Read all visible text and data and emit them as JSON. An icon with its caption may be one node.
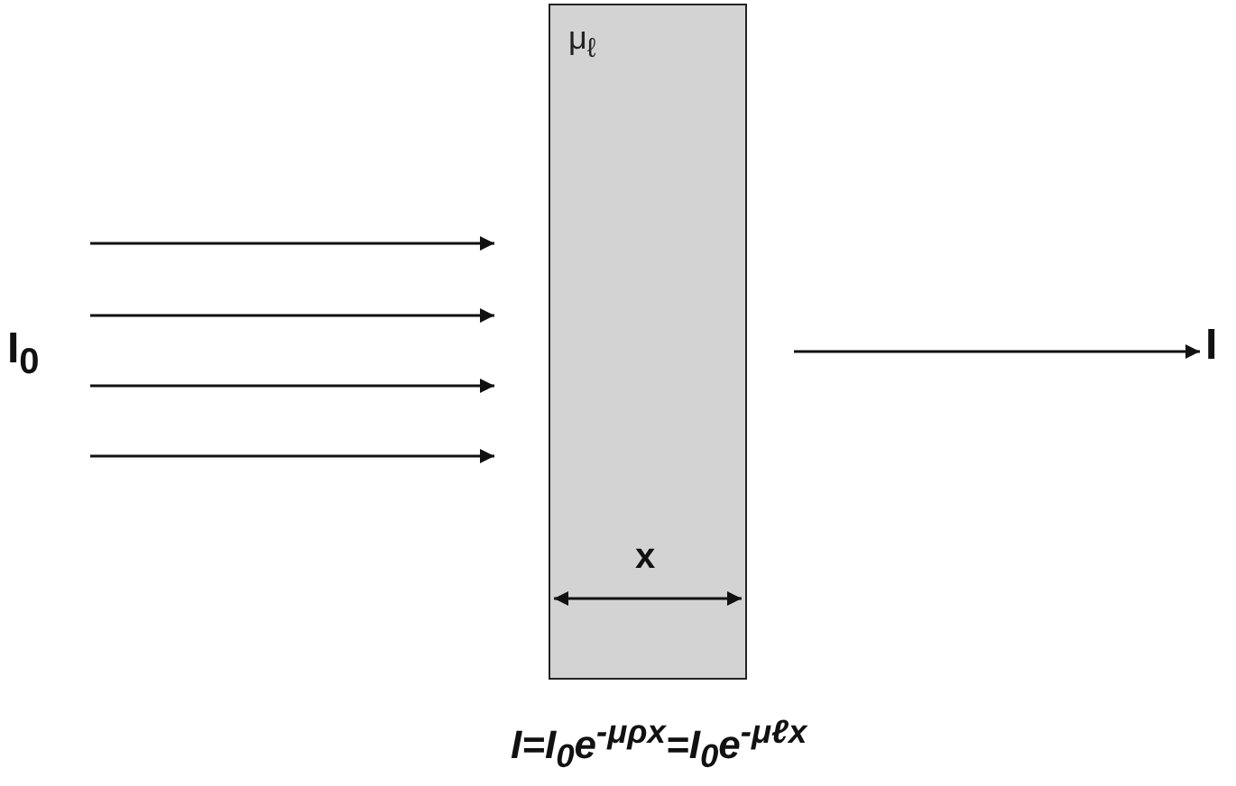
{
  "diagram": {
    "nodes": [
      {
        "text": [
          "μ$_{ℓ}$"
        ]
      },
      {
        "text": [
          "I"
        ]
      }
    ],
    "edges": [
      {
        "from": null,
        "to": 0,
        "arrow": "to"
      },
      {
        "from": null,
        "to": 0,
        "arrow": "to"
      },
      {
        "from": null,
        "to": 0,
        "arrow": "to"
      },
      {
        "from": null,
        "to": 0,
        "arrow": "to"
      },
      {
        "from": null,
        "to": 1,
        "arrow": "to"
      }
    ],
    "labels": [
      "I$_{0}$",
      "x",
      "I=I$_{0}$e$^{-μρx}$=I$_{0}$e$^{-μℓx}$"
    ]
  }
}
